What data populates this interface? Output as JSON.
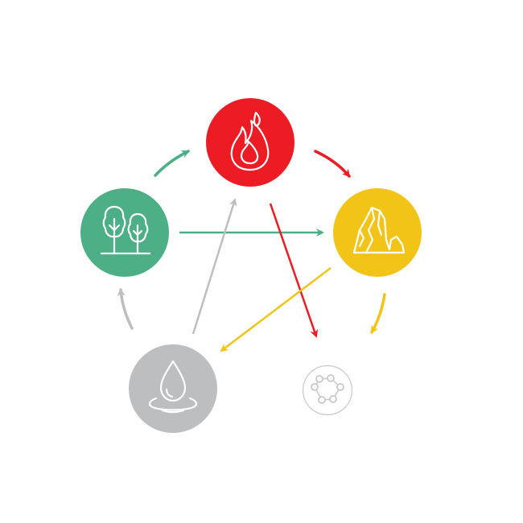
{
  "diagram": {
    "type": "five-element-cycle",
    "nodes": [
      {
        "id": "fire",
        "icon": "flame-icon",
        "color": "#ed1c24"
      },
      {
        "id": "earth",
        "icon": "rock-icon",
        "color": "#f2c418"
      },
      {
        "id": "metal",
        "icon": "metal-ring-icon",
        "color": "#ffffff",
        "outline": "#c8c8c8"
      },
      {
        "id": "water",
        "icon": "water-drop-icon",
        "color": "#bcbec0"
      },
      {
        "id": "wood",
        "icon": "trees-icon",
        "color": "#4caf86"
      }
    ],
    "cycle_arrows": [
      {
        "from": "wood",
        "to": "fire",
        "color": "#4caf86"
      },
      {
        "from": "fire",
        "to": "earth",
        "color": "#ed1c24"
      },
      {
        "from": "earth",
        "to": "metal",
        "color": "#f2c418"
      },
      {
        "from": "water",
        "to": "wood",
        "color": "#bcbec0"
      }
    ],
    "cross_arrows": [
      {
        "from": "wood",
        "to": "earth",
        "color": "#4caf86"
      },
      {
        "from": "fire",
        "to": "metal",
        "color": "#ed1c24"
      },
      {
        "from": "earth",
        "to": "water",
        "color": "#f2c418"
      },
      {
        "from": "water",
        "to": "fire",
        "color": "#bcbec0"
      }
    ]
  }
}
